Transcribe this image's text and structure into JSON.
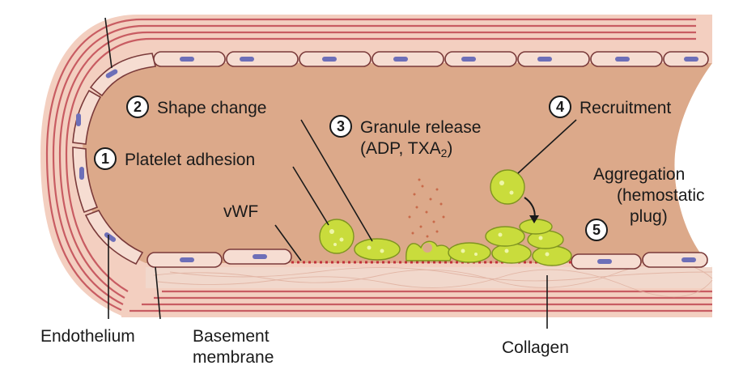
{
  "colors": {
    "lumen": "#dca98a",
    "wall": "#f3cfc0",
    "wall_stripe": "#c85c62",
    "endothelial_cell": "#f6ddd2",
    "nucleus": "#6d6fb8",
    "platelet": "#c9dc3c",
    "vwf_dots": "#c0303a"
  },
  "steps": {
    "step1": {
      "number": "1",
      "label": "Platelet adhesion"
    },
    "step2": {
      "number": "2",
      "label": "Shape change"
    },
    "step3": {
      "number": "3",
      "label_line1": "Granule release",
      "label_line2": "(ADP, TXA",
      "label_line2_sub": "2",
      "label_line2_end": ")"
    },
    "step4": {
      "number": "4",
      "label": "Recruitment"
    },
    "step5": {
      "number": "5",
      "label_line1": "Aggregation",
      "label_line2": "(hemostatic",
      "label_line3": "plug)"
    }
  },
  "labels": {
    "vwf": "vWF",
    "endothelium": "Endothelium",
    "basement_line1": "Basement",
    "basement_line2": "membrane",
    "collagen": "Collagen"
  },
  "icons": [
    "platelet-icon",
    "endothelial-cell-icon",
    "nucleus-icon"
  ]
}
